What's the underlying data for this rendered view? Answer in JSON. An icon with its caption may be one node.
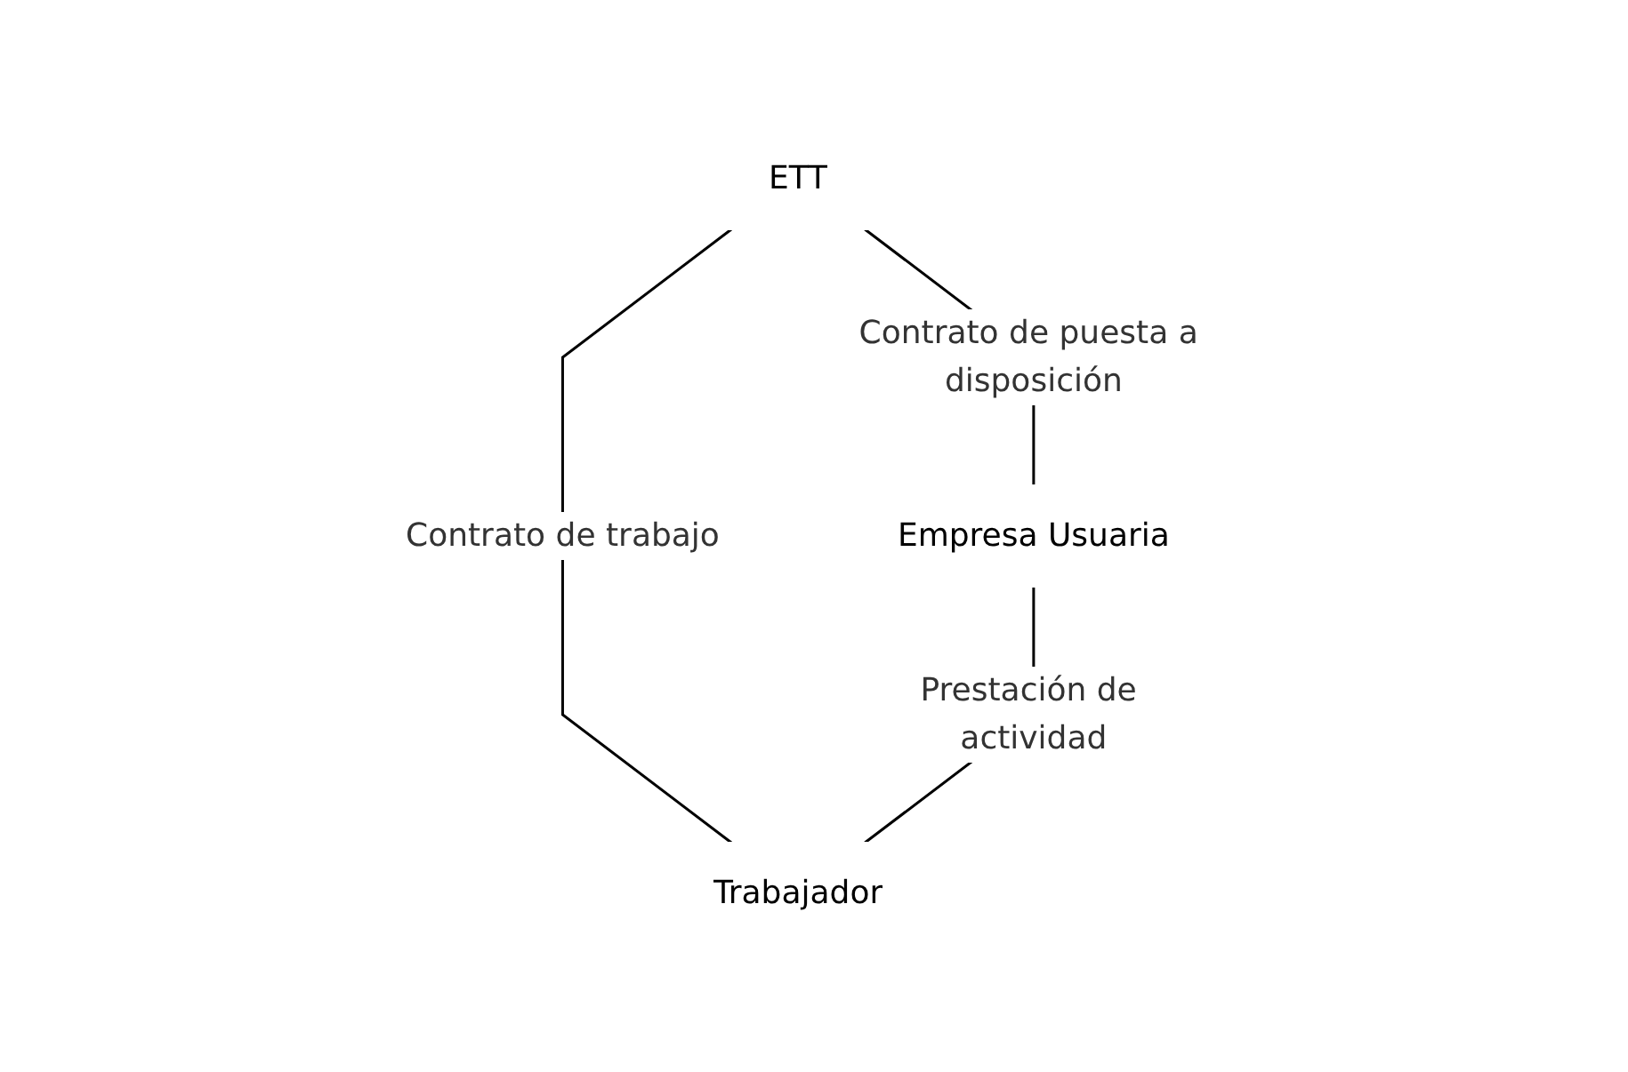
{
  "diagram": {
    "nodes": [
      {
        "text": [
          "ETT"
        ]
      },
      {
        "text": [
          "Empresa Usuaria"
        ]
      },
      {
        "text": [
          "Trabajador"
        ]
      }
    ],
    "edges": [
      {
        "from": 0,
        "to": 1,
        "arrow": "none",
        "label": "Contrato de puesta a disposición"
      },
      {
        "from": 0,
        "to": 2,
        "arrow": "none",
        "label": "Contrato de trabajo"
      },
      {
        "from": 1,
        "to": 2,
        "arrow": "none",
        "label": "Prestación de actividad"
      }
    ]
  }
}
